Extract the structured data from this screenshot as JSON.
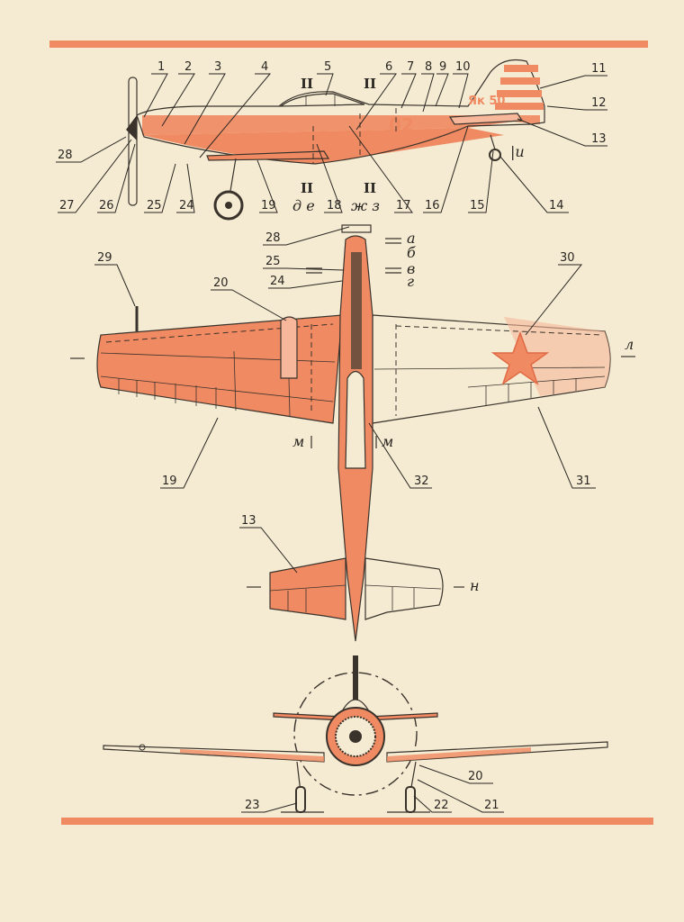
{
  "colors": {
    "paper": "#f4ebd2",
    "accent": "#f08a62",
    "accent_light": "#f6b79a",
    "ink": "#2a2622"
  },
  "side_view": {
    "callouts_top": [
      "1",
      "2",
      "3",
      "4",
      "5",
      "6",
      "7",
      "8",
      "9",
      "10"
    ],
    "callouts_right": [
      "11",
      "12",
      "13"
    ],
    "callouts_bottom": [
      "27",
      "26",
      "25",
      "24",
      "19",
      "18",
      "17",
      "16",
      "15",
      "14"
    ],
    "callout_left": "28",
    "section_marks": [
      "II",
      "II",
      "II",
      "II",
      "|и"
    ],
    "section_letters": [
      "д е",
      "ж з"
    ],
    "tail_text": "Як 50",
    "fuselage_number": "02"
  },
  "top_view": {
    "callouts": [
      "28",
      "25",
      "24",
      "29",
      "20",
      "19",
      "30",
      "31",
      "32",
      "13"
    ],
    "section_letters": [
      "а",
      "б",
      "в",
      "г"
    ],
    "section_marks": [
      "л",
      "м",
      "м",
      "н"
    ]
  },
  "front_view": {
    "callouts": [
      "20",
      "21",
      "22",
      "23"
    ]
  }
}
